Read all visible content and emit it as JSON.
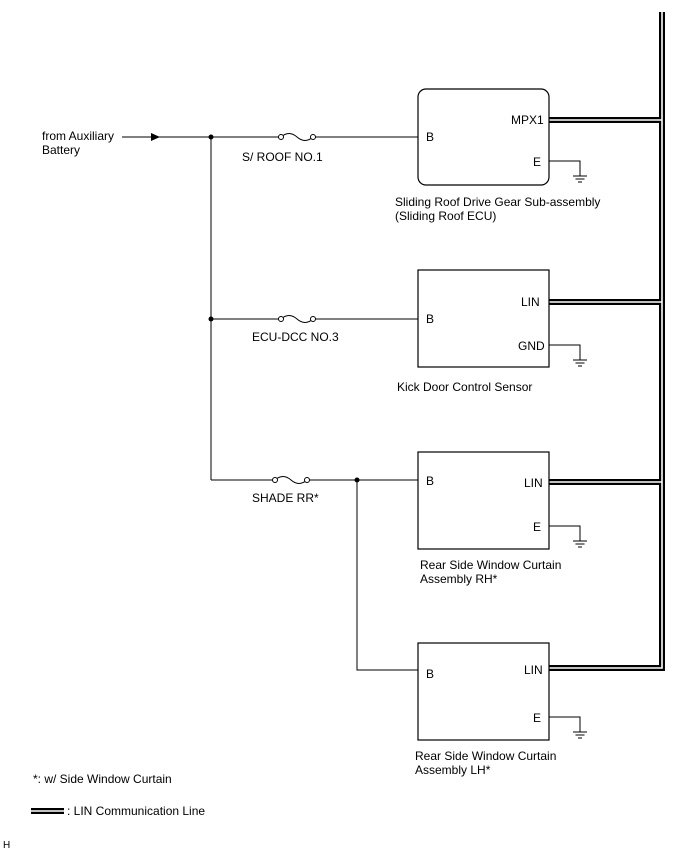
{
  "source": {
    "label_line1": "from Auxiliary",
    "label_line2": "Battery"
  },
  "fuses": [
    {
      "name": "S/ ROOF NO.1"
    },
    {
      "name": "ECU-DCC NO.3"
    },
    {
      "name": "SHADE RR*"
    }
  ],
  "components": [
    {
      "id": "sliding-roof",
      "name_line1": "Sliding Roof Drive Gear Sub-assembly",
      "name_line2": "(Sliding Roof ECU)",
      "pin_power": "B",
      "pin_comm": "MPX1",
      "pin_ground": "E"
    },
    {
      "id": "kick-door",
      "name_line1": "Kick Door Control Sensor",
      "name_line2": "",
      "pin_power": "B",
      "pin_comm": "LIN",
      "pin_ground": "GND"
    },
    {
      "id": "curtain-rh",
      "name_line1": "Rear Side Window Curtain",
      "name_line2": "Assembly RH*",
      "pin_power": "B",
      "pin_comm": "LIN",
      "pin_ground": "E"
    },
    {
      "id": "curtain-lh",
      "name_line1": "Rear Side Window Curtain",
      "name_line2": "Assembly LH*",
      "pin_power": "B",
      "pin_comm": "LIN",
      "pin_ground": "E"
    }
  ],
  "legend": {
    "footnote": "*: w/ Side Window Curtain",
    "lin_line_label": ": LIN Communication Line"
  },
  "corner_mark": "H"
}
